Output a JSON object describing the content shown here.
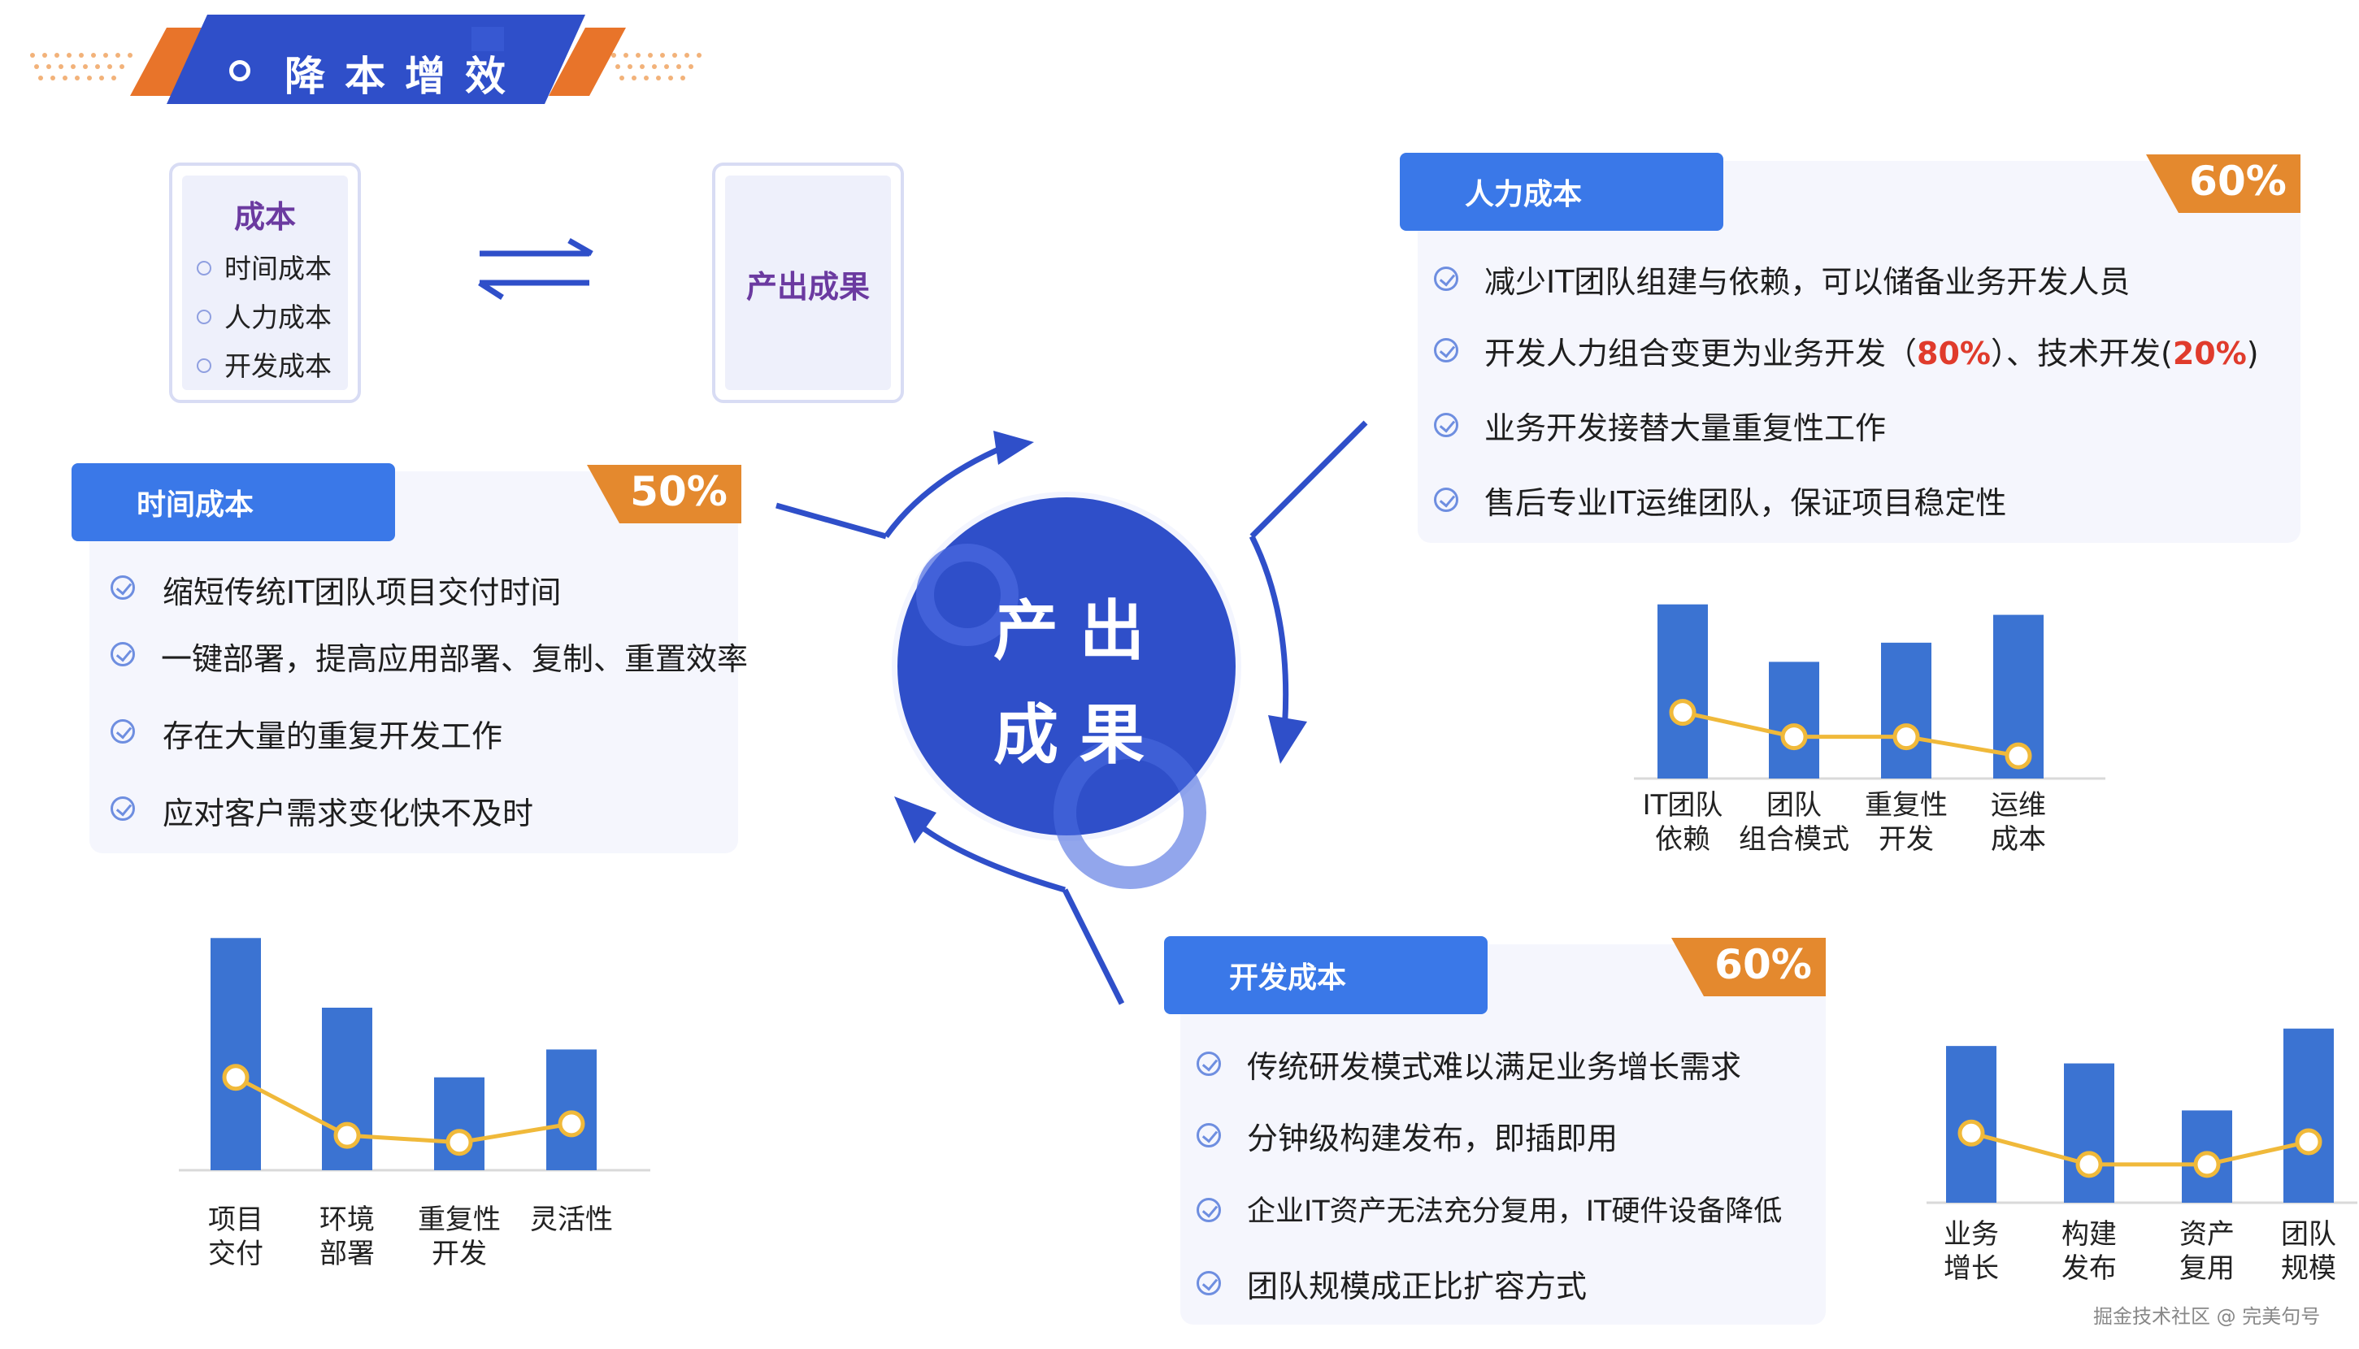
{
  "title": "降本增效",
  "cost_box": {
    "title": "成本",
    "items": [
      "时间成本",
      "人力成本",
      "开发成本"
    ]
  },
  "output_box": {
    "title": "产出成果"
  },
  "center": {
    "line1": "产出",
    "line2": "成果"
  },
  "panels": {
    "time": {
      "title": "时间成本",
      "badge": "50%",
      "items": [
        "缩短传统IT团队项目交付时间",
        "一键部署，提高应用部署、复制、重置效率",
        "存在大量的重复开发工作",
        "应对客户需求变化快不及时"
      ]
    },
    "human": {
      "title": "人力成本",
      "badge": "60%",
      "items": [
        "减少IT团队组建与依赖，可以储备业务开发人员",
        {
          "pre": "开发人力组合变更为业务开发（",
          "red1": "80%",
          "mid": "）、技术开发(",
          "red2": "20%",
          "post": ")"
        },
        "业务开发接替大量重复性工作",
        "售后专业IT运维团队，保证项目稳定性"
      ]
    },
    "dev": {
      "title": "开发成本",
      "badge": "60%",
      "items": [
        "传统研发模式难以满足业务增长需求",
        "分钟级构建发布，即插即用",
        "企业IT资产无法充分复用，IT硬件设备降低",
        "团队规模成正比扩容方式"
      ]
    }
  },
  "chart_data": [
    {
      "type": "bar",
      "categories": [
        "项目\n交付",
        "环境\n部署",
        "重复性\n开发",
        "灵活性"
      ],
      "values": [
        10,
        7,
        4,
        5.2
      ],
      "line_values": [
        4,
        1.5,
        1.2,
        2
      ],
      "ylim": [
        0,
        10.5
      ]
    },
    {
      "type": "bar",
      "categories": [
        "IT团队\n依赖",
        "团队\n组合模式",
        "重复性\n开发",
        "运维\n成本"
      ],
      "values": [
        10,
        6.7,
        7.8,
        9.4
      ],
      "line_values": [
        3.8,
        2.4,
        2.4,
        1.3
      ],
      "ylim": [
        0,
        10.5
      ]
    },
    {
      "type": "bar",
      "categories": [
        "业务\n增长",
        "构建\n发布",
        "资产\n复用",
        "团队\n规模"
      ],
      "values": [
        9,
        8,
        5.3,
        10
      ],
      "line_values": [
        4,
        2.2,
        2.2,
        3.5
      ],
      "ylim": [
        0,
        10.5
      ]
    }
  ],
  "colors": {
    "bar": "#3b73d2",
    "line": "#f0b93a",
    "tab": "#3a78e8",
    "badge": "#e4892e",
    "accent": "#2f4fc9"
  },
  "footer": "掘金技术社区 @ 完美句号"
}
